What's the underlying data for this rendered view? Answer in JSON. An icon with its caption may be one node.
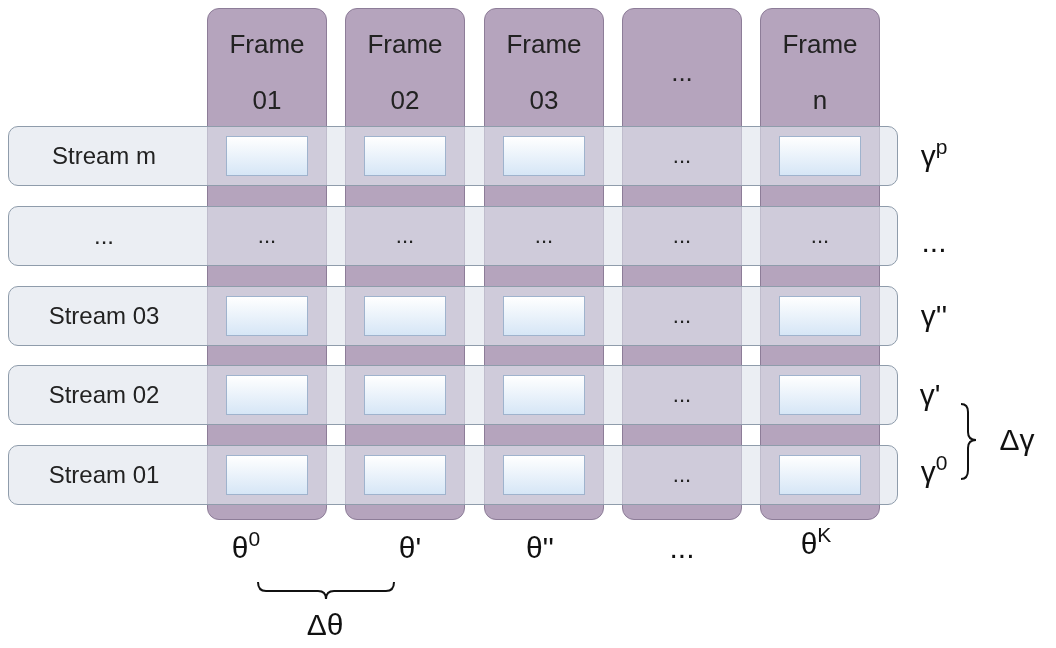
{
  "diagram": {
    "nodes": [
      {
        "text": [
          "Frame 01"
        ]
      },
      {
        "text": [
          "Frame 02"
        ]
      },
      {
        "text": [
          "Frame 03"
        ]
      },
      {
        "text": [
          "..."
        ]
      },
      {
        "text": [
          "Frame n"
        ]
      },
      {
        "text": [
          "Stream m"
        ]
      },
      {
        "text": [
          "..."
        ]
      },
      {
        "text": [
          "Stream 03"
        ]
      },
      {
        "text": [
          "Stream 02"
        ]
      },
      {
        "text": [
          "Stream 01"
        ]
      },
      {
        "text": [],
        "shape": "box"
      },
      {
        "text": [],
        "shape": "box"
      },
      {
        "text": [],
        "shape": "box"
      },
      {
        "text": [
          "..."
        ]
      },
      {
        "text": [],
        "shape": "box"
      },
      {
        "text": [
          "..."
        ]
      },
      {
        "text": [
          "..."
        ]
      },
      {
        "text": [
          "..."
        ]
      },
      {
        "text": [
          "..."
        ]
      },
      {
        "text": [
          "..."
        ]
      },
      {
        "text": [],
        "shape": "box"
      },
      {
        "text": [],
        "shape": "box"
      },
      {
        "text": [],
        "shape": "box"
      },
      {
        "text": [
          "..."
        ]
      },
      {
        "text": [],
        "shape": "box"
      },
      {
        "text": [],
        "shape": "box"
      },
      {
        "text": [],
        "shape": "box"
      },
      {
        "text": [],
        "shape": "box"
      },
      {
        "text": [
          "..."
        ]
      },
      {
        "text": [],
        "shape": "box"
      },
      {
        "text": [],
        "shape": "box"
      },
      {
        "text": [],
        "shape": "box"
      },
      {
        "text": [],
        "shape": "box"
      },
      {
        "text": [
          "..."
        ]
      },
      {
        "text": [],
        "shape": "box"
      }
    ],
    "labels": [
      "γ$^{p}$",
      "...",
      "γ''",
      "γ'",
      "Δγ",
      "γ$^{0}$",
      "θ$^{0}$",
      "θ'",
      "θ''",
      "...",
      "θ$^{K}$",
      "Δθ"
    ]
  }
}
